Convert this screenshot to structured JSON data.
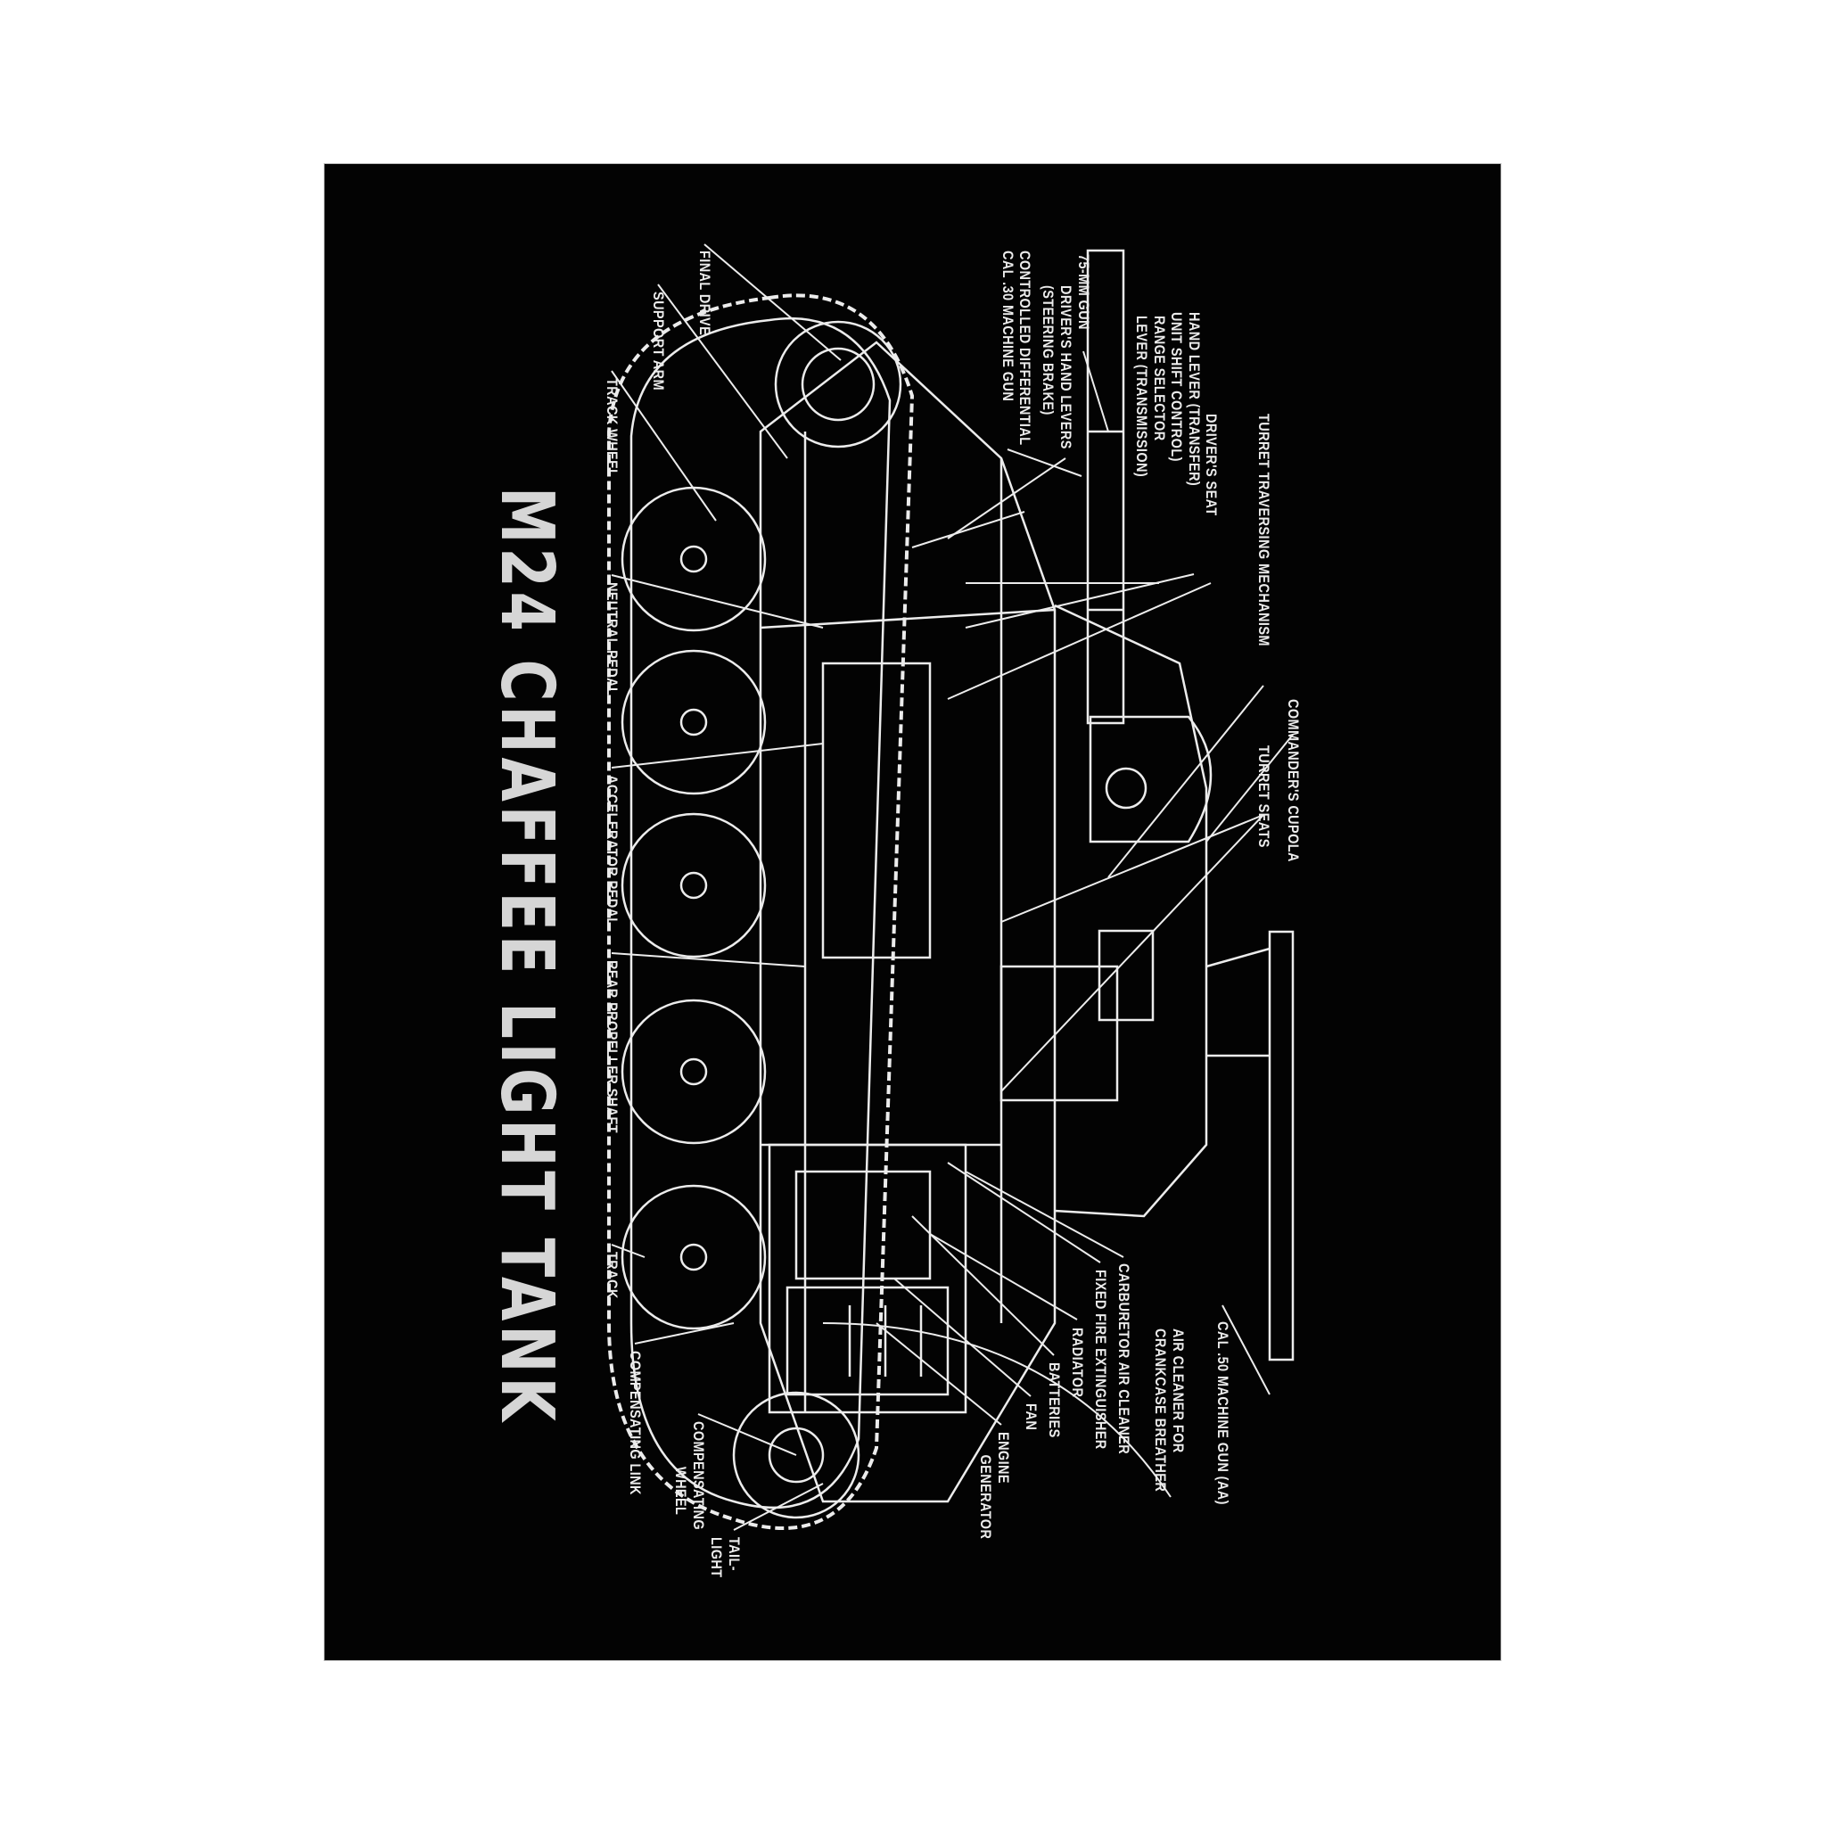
{
  "title": "M24 CHAFFEE LIGHT TANK",
  "labels": {
    "turret_traversing": "TURRET TRAVERSING MECHANISM",
    "drivers_seat": "DRIVER'S SEAT",
    "hand_lever_1": "HAND LEVER (TRANSFER)",
    "hand_lever_2": "UNIT SHIFT CONTROL)",
    "range_selector_1": "RANGE SELECTOR",
    "range_selector_2": "LEVER (TRANSMISSION)",
    "gun_75mm": "75-MM GUN",
    "drivers_hand_levers_1": "DRIVER'S HAND LEVERS",
    "drivers_hand_levers_2": "(STEERING BRAKE)",
    "controlled_differential": "CONTROLLED DIFFERENTIAL",
    "cal30": "CAL .30 MACHINE GUN",
    "commanders_cupola": "COMMANDER'S CUPOLA",
    "turret_seats": "TURRET SEATS",
    "cal50": "CAL .50 MACHINE GUN (AA)",
    "air_cleaner_1": "AIR CLEANER FOR",
    "air_cleaner_2": "CRANKCASE BREATHER",
    "carburetor": "CARBURETOR AIR CLEANER",
    "fire_ext": "FIXED FIRE EXTINGUISHER",
    "radiator": "RADIATOR",
    "batteries": "BATTERIES",
    "fan": "FAN",
    "engine": "ENGINE",
    "generator": "GENERATOR",
    "tail_light_1": "TAIL-",
    "tail_light_2": "LIGHT",
    "comp_wheel_1": "COMPENSATING",
    "comp_wheel_2": "WHEEL",
    "comp_link": "COMPENSATING LINK",
    "track": "TRACK",
    "rear_shaft": "REAR PROPELLER SHAFT",
    "accelerator": "ACCELERATOR PEDAL",
    "neutral": "NEUTRAL PEDAL",
    "track_wheel": "TRACK WHEEL",
    "support_arm": "SUPPORT ARM",
    "final_drive": "FINAL DRIVE"
  },
  "colors": {
    "background": "#030303",
    "line": "#ececec",
    "title": "#d6d6d6"
  }
}
